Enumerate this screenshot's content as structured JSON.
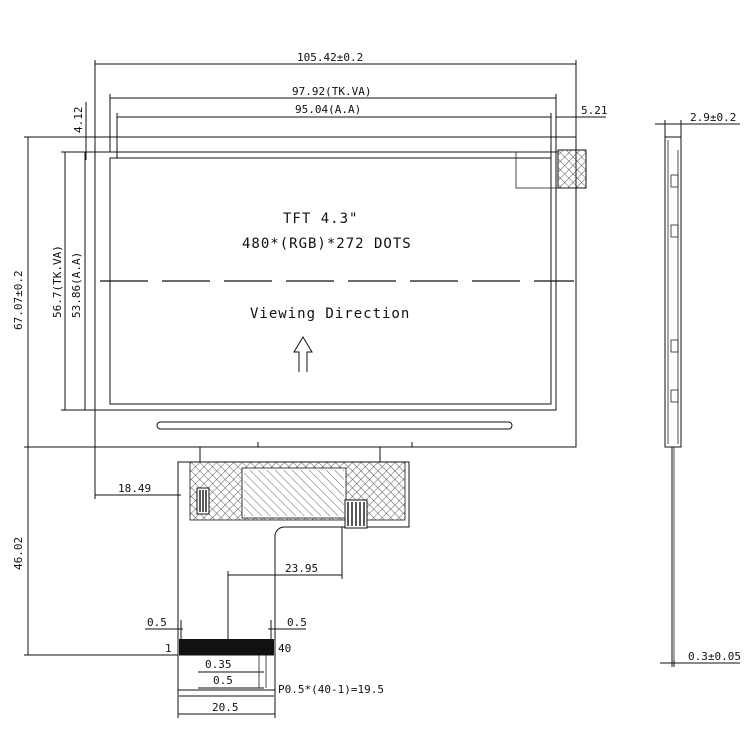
{
  "front_view": {
    "title_line1": "TFT 4.3\"",
    "title_line2": "480*(RGB)*272  DOTS",
    "viewing_label": "Viewing  Direction"
  },
  "dimensions": {
    "outline_width": "105.42±0.2",
    "tk_va_width": "97.92(TK.VA)",
    "aa_width": "95.04(A.A)",
    "right_offset": "5.21",
    "top_offset": "4.12",
    "outline_height": "67.07±0.2",
    "tk_va_height": "56.7(TK.VA)",
    "aa_height": "53.86(A.A)",
    "fpc_left_offset": "18.49",
    "fpc_length": "46.02",
    "fpc_offset": "23.95",
    "pad_margin_left": "0.5",
    "pad_margin_right": "0.5",
    "pin_width": "0.35",
    "pin_pitch": "0.5",
    "pitch_formula": "P0.5*(40-1)=19.5",
    "fpc_width": "20.5",
    "pin_first": "1",
    "pin_last": "40",
    "thickness": "2.9±0.2",
    "fpc_thickness": "0.3±0.05"
  }
}
